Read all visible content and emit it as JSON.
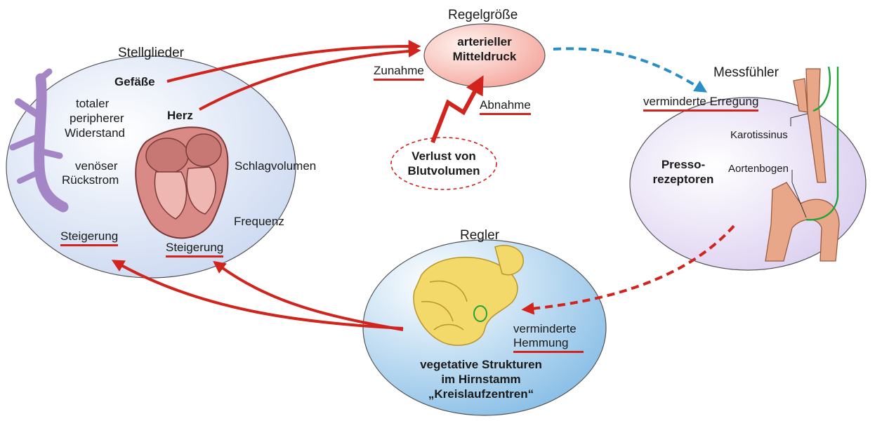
{
  "nodes": {
    "regelgroesse": {
      "heading": "Regelgröße",
      "line1": "arterieller",
      "line2": "Mitteldruck"
    },
    "stellglieder": {
      "heading": "Stellglieder",
      "gefaesse": "Gefäße",
      "herz": "Herz",
      "tpw1": "totaler",
      "tpw2": "peripherer",
      "tpw3": "Widerstand",
      "vr1": "venöser",
      "vr2": "Rückstrom",
      "schlagvolumen": "Schlagvolumen",
      "frequenz": "Frequenz",
      "steigerung_gefaesse": "Steigerung",
      "steigerung_herz": "Steigerung"
    },
    "messfuehler": {
      "heading": "Messfühler",
      "erregung": "verminderte Erregung",
      "karotissinus": "Karotissinus",
      "aortenbogen": "Aortenbogen",
      "presso1": "Presso-",
      "presso2": "rezeptoren"
    },
    "regler": {
      "heading": "Regler",
      "hemmung1": "verminderte",
      "hemmung2": "Hemmung",
      "struct1": "vegetative Strukturen",
      "struct2": "im Hirnstamm",
      "struct3": "„Kreislaufzentren“"
    },
    "stoergroesse": {
      "line1": "Verlust von",
      "line2": "Blutvolumen"
    }
  },
  "labels": {
    "zunahme": "Zunahme",
    "abnahme": "Abnahme"
  },
  "colors": {
    "arrow_red": "#d0241d",
    "arrow_blue": "#2a8fc6",
    "nerve_green": "#22a33a",
    "vessel_purple": "#a486c6",
    "heart_pink": "#d98a86",
    "brain_yellow": "#f3d86a",
    "aorta_peach": "#e8a788"
  },
  "icons": [
    "blood-vessel-icon",
    "heart-icon",
    "brainstem-icon",
    "carotid-aorta-icon"
  ]
}
